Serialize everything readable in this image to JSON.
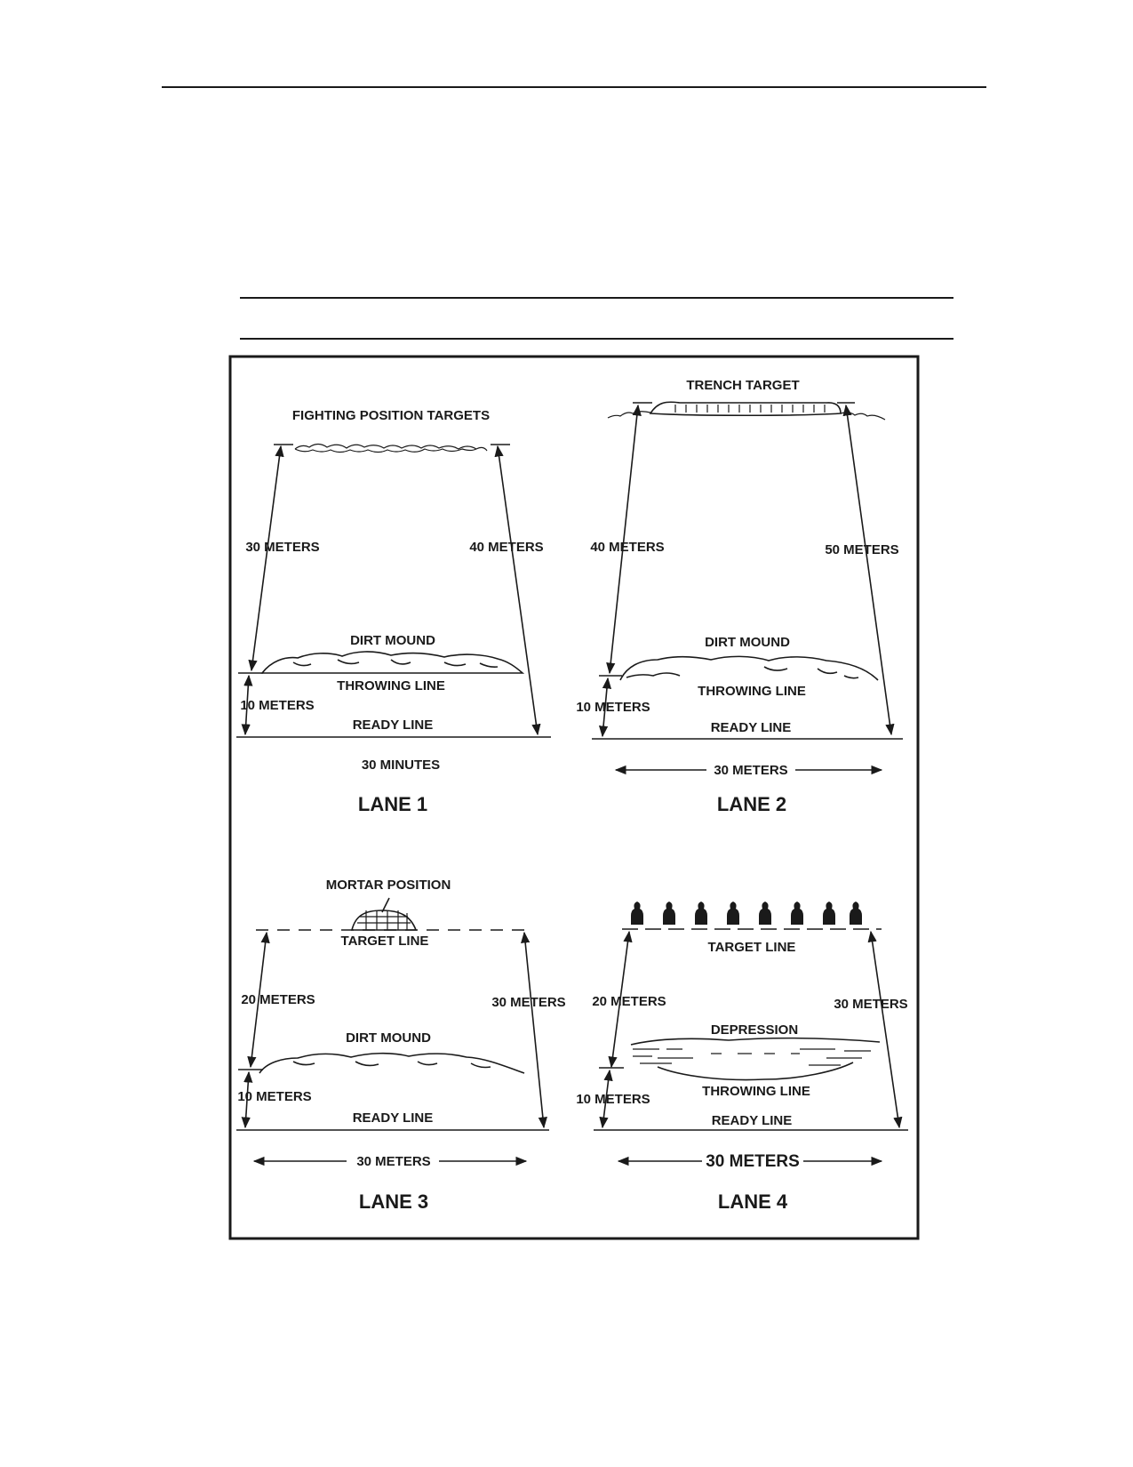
{
  "lane1": {
    "title": "LANE 1",
    "target": "FIGHTING POSITION TARGETS",
    "left_distance": "30 METERS",
    "right_distance": "40 METERS",
    "mound": "DIRT MOUND",
    "throwing_line": "THROWING LINE",
    "ready_distance": "10 METERS",
    "ready_line": "READY LINE",
    "bottom": "30 MINUTES"
  },
  "lane2": {
    "title": "LANE 2",
    "target": "TRENCH TARGET",
    "left_distance": "40 METERS",
    "right_distance": "50 METERS",
    "mound": "DIRT MOUND",
    "throwing_line": "THROWING LINE",
    "ready_distance": "10 METERS",
    "ready_line": "READY LINE",
    "width": "30 METERS"
  },
  "lane3": {
    "title": "LANE 3",
    "target": "MORTAR POSITION",
    "target_line": "TARGET LINE",
    "left_distance": "20 METERS",
    "right_distance": "30 METERS",
    "mound": "DIRT MOUND",
    "ready_distance": "10 METERS",
    "ready_line": "READY LINE",
    "width": "30 METERS"
  },
  "lane4": {
    "title": "LANE 4",
    "target_line": "TARGET LINE",
    "left_distance": "20 METERS",
    "right_distance": "30 METERS",
    "depression": "DEPRESSION",
    "throwing_line": "THROWING LINE",
    "ready_distance": "10 METERS",
    "ready_line": "READY LINE",
    "width": "30 METERS"
  }
}
